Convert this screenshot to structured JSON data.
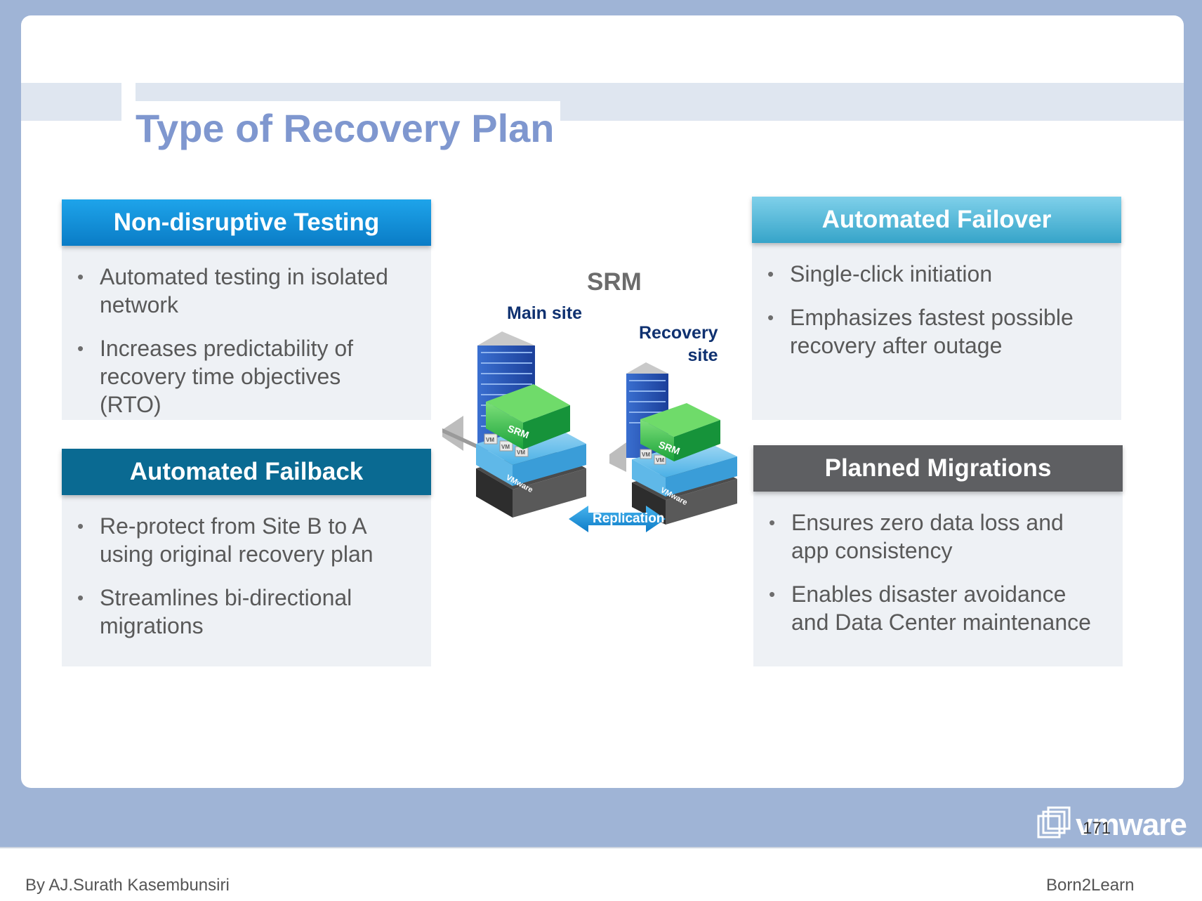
{
  "slide": {
    "title": "Type of Recovery Plan"
  },
  "panels": {
    "non_disruptive_testing": {
      "heading": "Non-disruptive Testing",
      "bullets": [
        "Automated testing in isolated network",
        "Increases predictability of recovery time objectives (RTO)"
      ]
    },
    "automated_failover": {
      "heading": "Automated Failover",
      "bullets": [
        "Single-click initiation",
        "Emphasizes fastest possible recovery after outage"
      ]
    },
    "automated_failback": {
      "heading": "Automated Failback",
      "bullets": [
        "Re-protect from Site B to A using original recovery plan",
        "Streamlines bi-directional migrations"
      ]
    },
    "planned_migrations": {
      "heading": "Planned Migrations",
      "bullets": [
        "Ensures zero data loss and app consistency",
        "Enables disaster avoidance and Data Center maintenance"
      ]
    }
  },
  "diagram": {
    "title": "SRM",
    "main_site": "Main site",
    "recovery_site_line1": "Recovery",
    "recovery_site_line2": "site",
    "srm_box": "SRM",
    "vm": "VM",
    "vmware": "VMware",
    "replication": "Replication"
  },
  "footer": {
    "author": "By AJ.Surath Kasembunsiri",
    "brand": "Born2Learn",
    "page_number": "171",
    "logo_text": "vmware"
  },
  "colors": {
    "background": "#9fb4d6",
    "title": "#7f97cf",
    "ndt_head": "#0a7cc6",
    "af_head": "#36a4c9",
    "afb_head": "#0a6a92",
    "pm_head": "#5e5f62"
  }
}
